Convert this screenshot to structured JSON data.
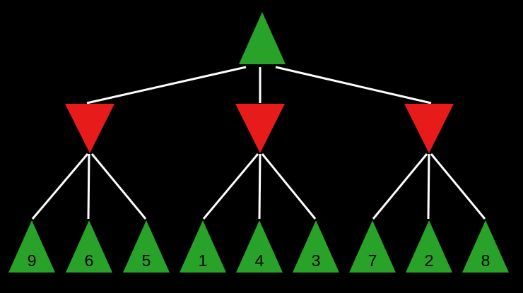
{
  "diagram": {
    "type": "game-tree",
    "levels": {
      "root": {
        "node_type": "max",
        "shape": "triangle-up"
      },
      "middle": {
        "node_type": "min",
        "shape": "triangle-down",
        "count": 3
      },
      "bottom": {
        "node_type": "leaf-max",
        "shape": "triangle-up",
        "count": 9
      }
    },
    "leaves": [
      "9",
      "6",
      "5",
      "1",
      "4",
      "3",
      "7",
      "2",
      "8"
    ]
  },
  "colors": {
    "background": "#000000",
    "max_node": "#28a228",
    "min_node": "#e81b1b",
    "edge": "#ffffff",
    "leaf_text": "#000000"
  }
}
